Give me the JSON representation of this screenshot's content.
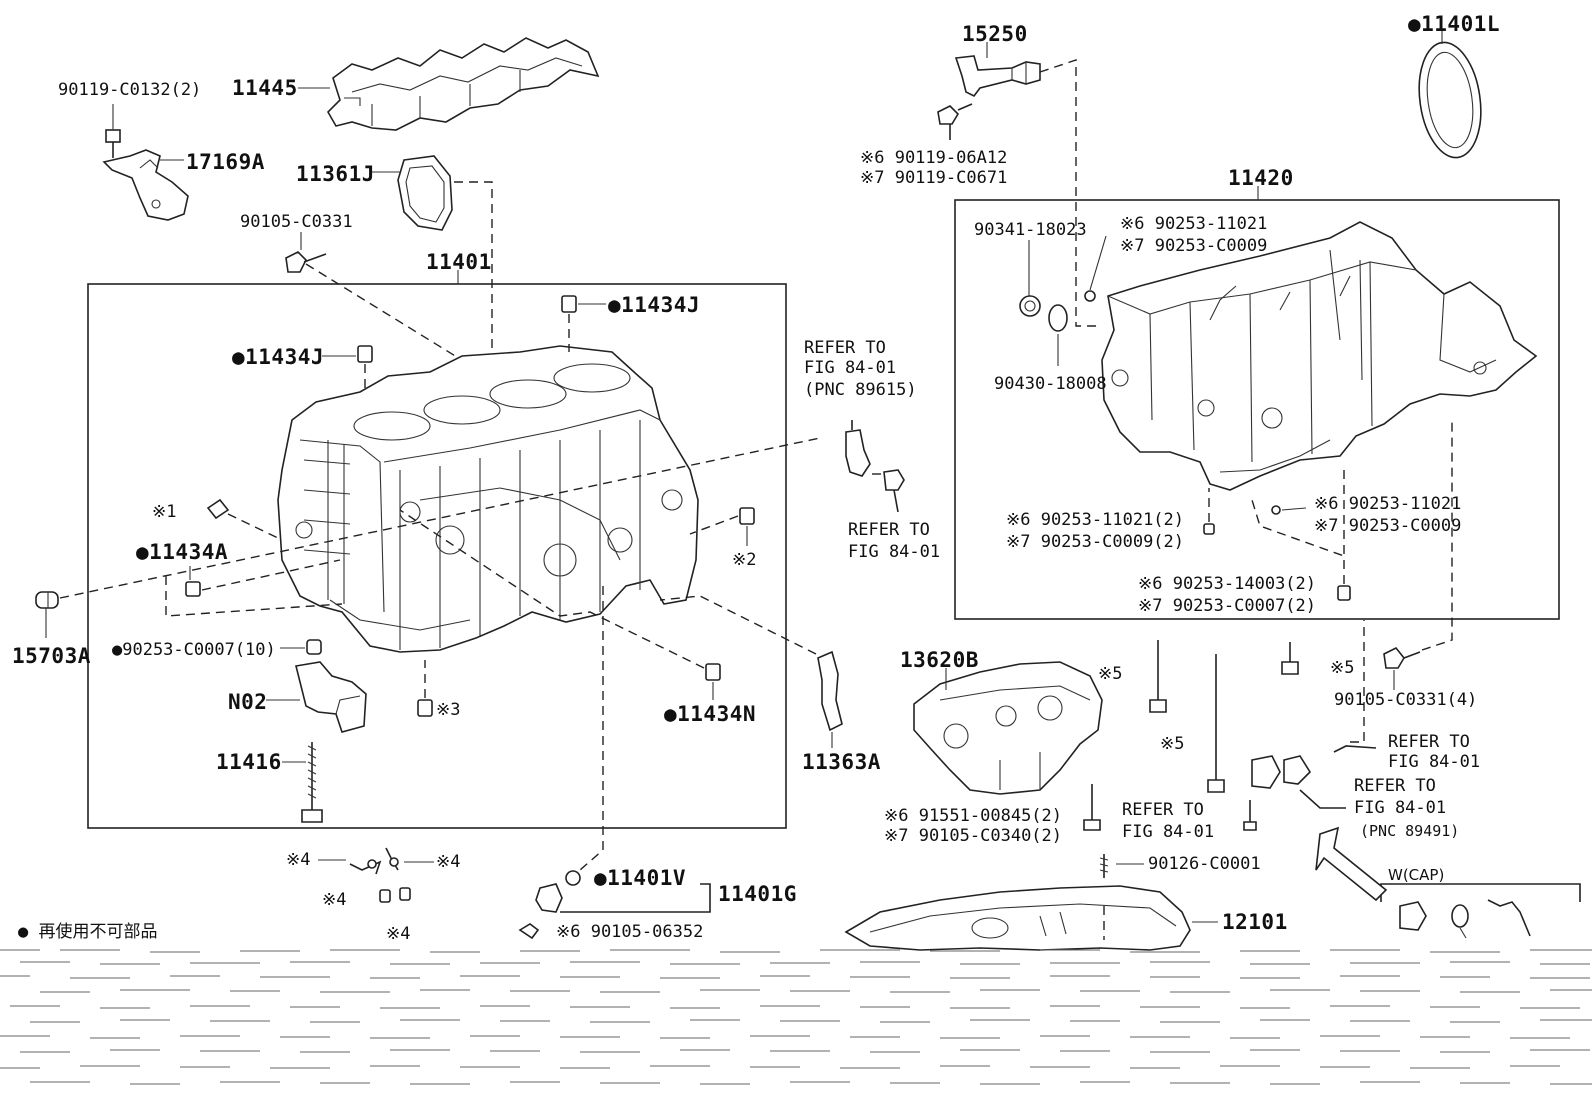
{
  "labels": {
    "p90119_c0132": "90119-C0132(2)",
    "p11445": "11445",
    "p17169a": "17169A",
    "p11361j": "11361J",
    "p90105_c0331": "90105-C0331",
    "p11401": "11401",
    "p11434j_a": "●11434J",
    "p11434j_b": "●11434J",
    "note1": "※1",
    "p11434a": "●11434A",
    "note2": "※2",
    "p15703a": "15703A",
    "p90253_c0007_10": "●90253-C0007(10)",
    "pn02": "N02",
    "note3": "※3",
    "p11434n": "●11434N",
    "p11416": "11416",
    "p11363a": "11363A",
    "note4a": "※4",
    "note4b": "※4",
    "note4c": "※4",
    "note4d": "※4",
    "p11401v": "●11401V",
    "p11401g": "11401G",
    "p6_90105_06352": "※6 90105-06352",
    "legend_reuse": "● 再使用不可部品",
    "refer1_a": "REFER TO",
    "refer1_b": "FIG 84-01",
    "refer1_c": "(PNC 89615)",
    "refer2_a": "REFER TO",
    "refer2_b": "FIG 84-01",
    "p15250": "15250",
    "p6_90119_06a12": "※6 90119-06A12",
    "p7_90119_c0671": "※7 90119-C0671",
    "p11401l": "●11401L",
    "p11420": "11420",
    "p90341_18023": "90341-18023",
    "p6_90253_11021_top": "※6 90253-11021",
    "p7_90253_c0009_top": "※7 90253-C0009",
    "p90430_18008": "90430-18008",
    "p6_90253_11021_2": "※6 90253-11021(2)",
    "p7_90253_c0009_2": "※7 90253-C0009(2)",
    "p6_90253_11021_r": "※6 90253-11021",
    "p7_90253_c0009_r": "※7 90253-C0009",
    "p6_90253_14003_2": "※6 90253-14003(2)",
    "p7_90253_c0007_2": "※7 90253-C0007(2)",
    "p13620b": "13620B",
    "note5a": "※5",
    "note5b": "※5",
    "note5c": "※5",
    "p90105_c0331_4": "90105-C0331(4)",
    "refer3_a": "REFER TO",
    "refer3_b": "FIG 84-01",
    "refer4_a": "REFER TO",
    "refer4_b": "FIG 84-01",
    "refer4_c": "(PNC 89491)",
    "refer5_a": "REFER TO",
    "refer5_b": "FIG 84-01",
    "p6_91551_00845_2": "※6 91551-00845(2)",
    "p7_90105_c0340_2": "※7 90105-C0340(2)",
    "p90126_c0001": "90126-C0001",
    "p12101": "12101",
    "wcap": "W(CAP)"
  }
}
